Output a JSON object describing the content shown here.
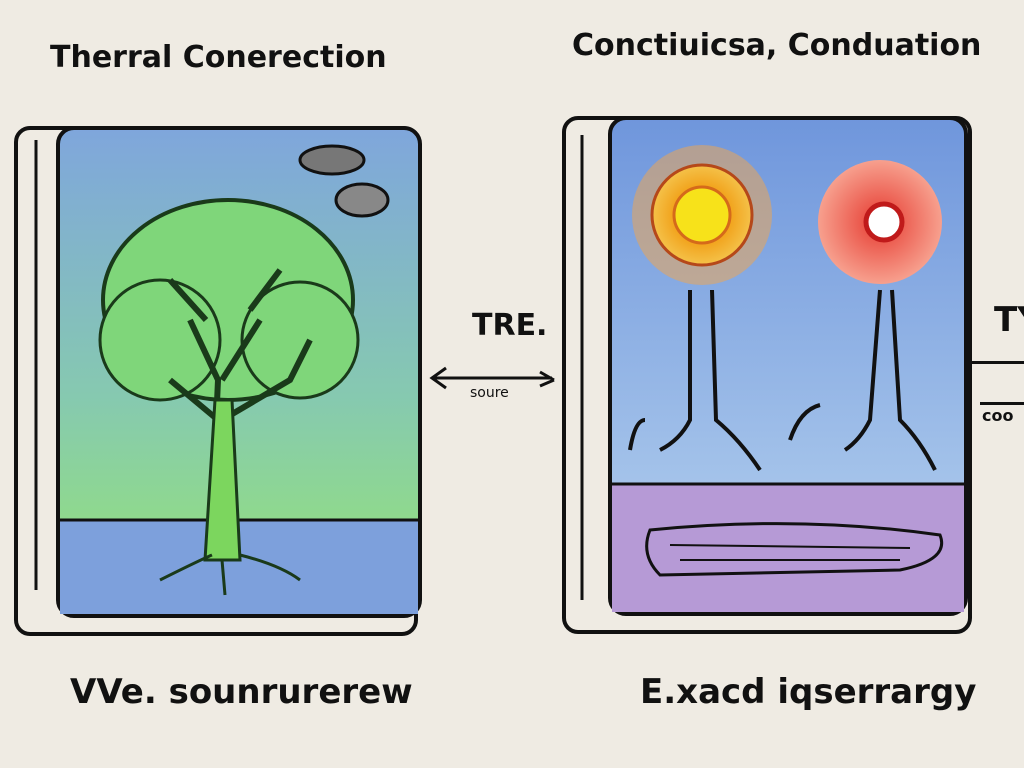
{
  "left_panel": {
    "title": "Therral Conerection",
    "caption": "VVe. sounrurerew"
  },
  "right_panel": {
    "title": "Conctiuicsa, Conduation",
    "caption": "E.xacd iqserrargy"
  },
  "middle": {
    "label": "TRE.",
    "arrow_label": "soure"
  },
  "edge": {
    "label_top": "TY",
    "label_bottom": "coo"
  },
  "colors": {
    "background": "#efebe3",
    "sky_blue": "#7fa6dc",
    "tree_green": "#7fd67a",
    "sun_yellow": "#f5d21a",
    "red_orb": "#ee5a45",
    "ground_purple": "#b69ad6"
  }
}
